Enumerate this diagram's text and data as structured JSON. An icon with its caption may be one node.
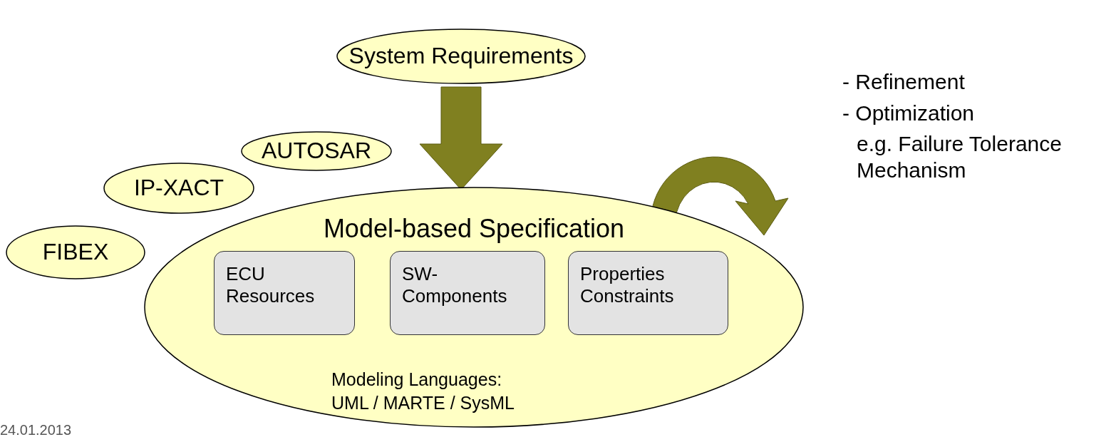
{
  "diagram": {
    "nodes": [
      {
        "text": [
          "System Requirements"
        ]
      },
      {
        "text": [
          "AUTOSAR"
        ]
      },
      {
        "text": [
          "IP-XACT"
        ]
      },
      {
        "text": [
          "FIBEX"
        ]
      },
      {
        "text": [
          "Model-based Specification",
          "Modeling Languages: UML / MARTE / SysML"
        ]
      },
      {
        "text": [
          "ECU Resources"
        ],
        "in": 4
      },
      {
        "text": [
          "SW- Components"
        ],
        "in": 4
      },
      {
        "text": [
          "Properties Constraints"
        ],
        "in": 4
      }
    ],
    "edges": [
      {
        "from": 0,
        "to": 4,
        "arrow": "to",
        "style": "thick",
        "color": "#808020"
      }
    ],
    "labels": [
      "- Refinement",
      "- Optimization",
      "e.g. Failure Tolerance Mechanism",
      "24.01.2013"
    ]
  }
}
